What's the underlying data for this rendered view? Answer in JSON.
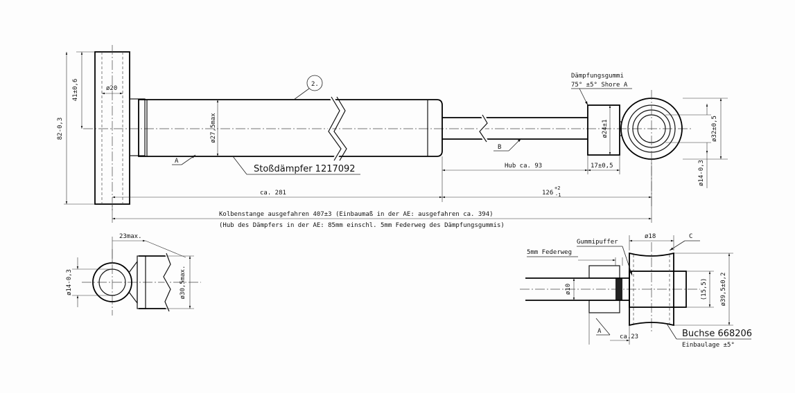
{
  "main_view": {
    "dims": {
      "eye_half": "41±0,6",
      "eye_total": "82-0,3",
      "bore": "ø20",
      "body_dia": "ø27,5max",
      "boot_dia": "ø24±1",
      "eye_outer": "ø32±0,5",
      "eye_inner": "ø14-0,3",
      "stroke": "Hub ca. 93",
      "boot_len": "17±0,5",
      "body_len": "ca. 281",
      "rod_len": "126",
      "rod_tol_plus": "+2",
      "rod_tol_minus": "-1"
    },
    "callouts": {
      "item": "2.",
      "a": "A",
      "b": "B",
      "damper_title": "Stoßdämpfer 1217092",
      "boot_title": "Dämpfungsgummi",
      "boot_spec": "75° ±5°  Shore A"
    },
    "notes": {
      "line1": "Kolbenstange ausgefahren 407±3  (Einbaumaß in der AE: ausgefahren ca. 394)",
      "line2": "(Hub des Dämpfers in der AE: 85mm einschl. 5mm Federweg des Dämpfungsgummis)"
    }
  },
  "detail_left": {
    "dims": {
      "gap": "23max.",
      "eye_inner": "ø14-0,3",
      "body_dia": "ø30,5max."
    }
  },
  "detail_right": {
    "labels": {
      "gummipuffer": "Gummipuffer",
      "federweg": "5mm Federweg",
      "c": "C",
      "a": "A",
      "bushing": "Buchse 668206",
      "mounting": "Einbaulage ±5°"
    },
    "dims": {
      "d18": "ø18",
      "d10": "ø10",
      "d15": "(15,5)",
      "d39": "ø39,5±0,2",
      "c23": "ca.23"
    }
  }
}
